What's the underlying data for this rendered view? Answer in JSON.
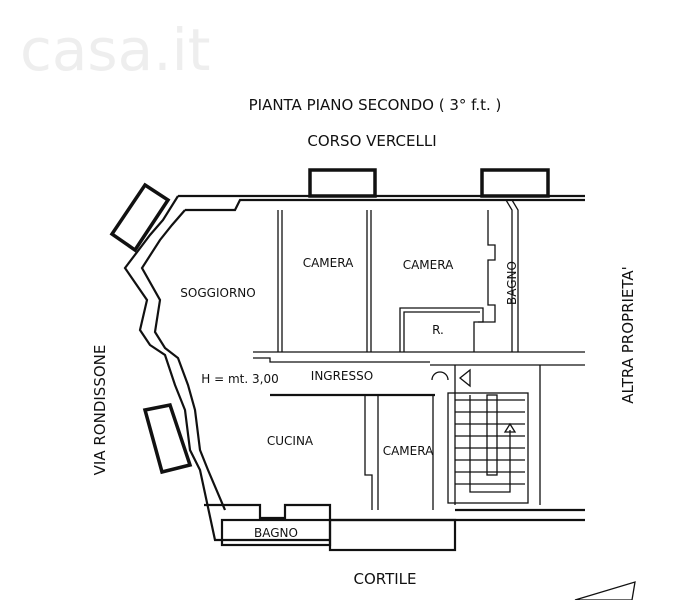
{
  "title": "PIANTA PIANO SECONDO ( 3° f.t. )",
  "streets": {
    "top": "CORSO  VERCELLI",
    "left": "VIA  RONDISSONE",
    "right": "ALTRA PROPRIETA'",
    "bottom": "CORTILE"
  },
  "rooms": {
    "soggiorno": "SOGGIORNO",
    "camera_1": "CAMERA",
    "camera_2": "CAMERA",
    "bagno_1": "BAGNO",
    "ripostiglio": "R.",
    "ingresso": "INGRESSO",
    "cucina": "CUCINA",
    "camera_3": "CAMERA",
    "bagno_2": "BAGNO"
  },
  "ceiling_height": "H = mt. 3,00",
  "watermark": "casa.it"
}
